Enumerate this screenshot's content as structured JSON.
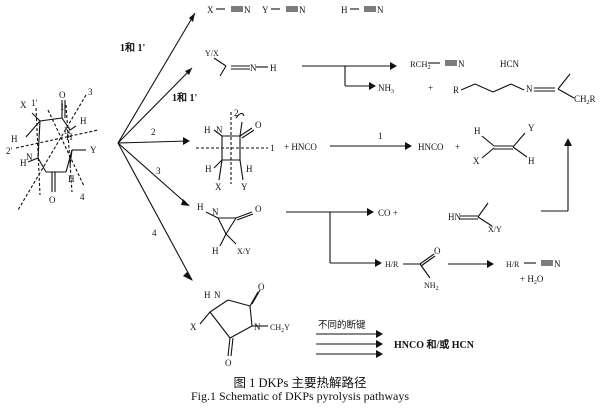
{
  "colors": {
    "ink": "#111111",
    "paper": "#ffffff"
  },
  "left_molecule": {
    "atoms": [
      "X",
      "1'",
      "N",
      "H",
      "H",
      "2'",
      "H",
      "1",
      "N",
      "H",
      "Y",
      "H",
      "O",
      "O"
    ],
    "cleave_marks": [
      "3",
      "4"
    ]
  },
  "pathway_labels": {
    "p1": "1和 1'",
    "p1b": "1和 1'",
    "p2": "2",
    "p3": "3",
    "p4": "4",
    "p1c": "1"
  },
  "nitriles": {
    "a": "X",
    "b": "Y",
    "c": "H"
  },
  "imine": {
    "sub": "Y/X",
    "n": "N",
    "h": "H"
  },
  "products_top": {
    "rch2": "RCH",
    "rch2_sub": "2",
    "hcn": "HCN",
    "nh3": "NH",
    "nh3_sub": "3",
    "plus": "+",
    "chain_r": "R",
    "chain_n": "N",
    "chain_end": "R"
  },
  "lactam4": {
    "atoms": [
      "H",
      "N",
      "O",
      "H",
      "H",
      "X",
      "Y",
      "1",
      "2"
    ]
  },
  "hnco_plus": "+ HNCO",
  "hnco": "HNCO",
  "plus2": "+",
  "alkene": {
    "atoms": [
      "H",
      "Y",
      "X",
      "H"
    ]
  },
  "aziridinone": {
    "atoms": [
      "H",
      "N",
      "O",
      "H",
      "X/Y"
    ]
  },
  "co_plus": "CO +",
  "imine2": {
    "atoms": [
      "HN",
      "X/Y"
    ]
  },
  "amide": {
    "hr": "H/R",
    "o": "O",
    "nh2": "NH",
    "nh2_sub": "2"
  },
  "nitrile2": {
    "hr": "H/R",
    "n": "N",
    "water": "+ H",
    "water_sub": "2",
    "water_o": "O"
  },
  "hydantoin": {
    "atoms": [
      "H",
      "N",
      "O",
      "X",
      "N",
      "CH",
      "2",
      "Y",
      "O"
    ]
  },
  "bond_break_label": "不同的断键",
  "final_product": "HNCO 和/或 HCN",
  "caption": {
    "zh": "图 1   DKPs 主要热解路径",
    "en": "Fig.1    Schematic of DKPs pyrolysis pathways"
  }
}
